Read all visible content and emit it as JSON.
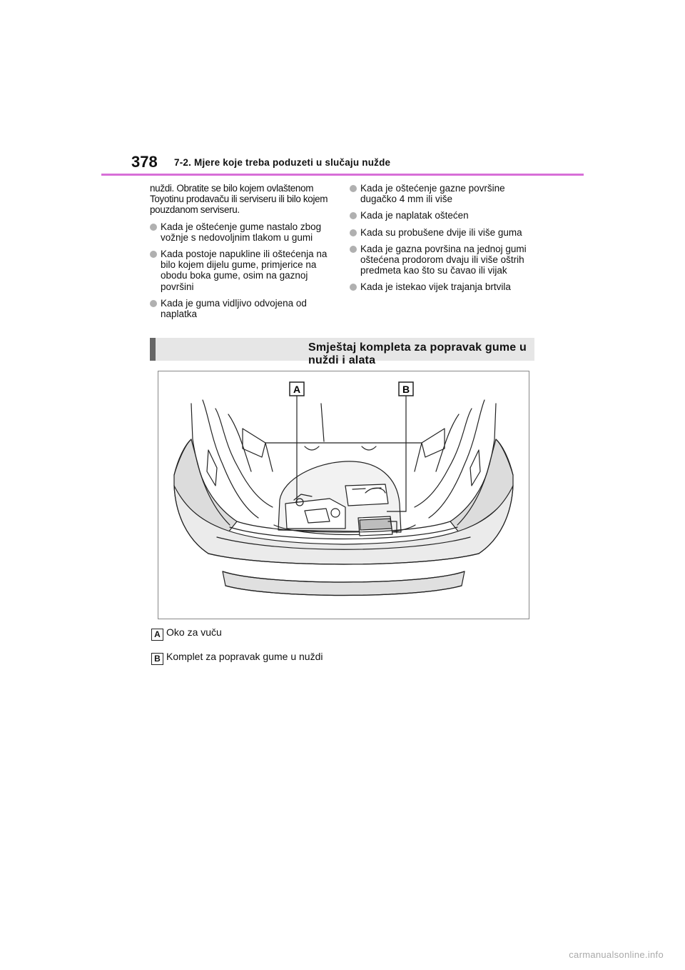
{
  "header": {
    "page_number": "378",
    "section": "7-2. Mjere koje treba poduzeti u slučaju nužde"
  },
  "left_column": {
    "intro": "nuždi. Obratite se bilo kojem ovlaštenom Toyotinu prodavaču ili serviseru ili bilo kojem pouzdanom serviseru.",
    "bullets": [
      "Kada je oštećenje gume nastalo zbog vožnje s nedovoljnim tlakom u gumi",
      "Kada postoje napukline ili oštećenja na bilo kojem dijelu gume, primjerice na obodu boka gume, osim na gaznoj površini",
      "Kada je guma vidljivo odvojena od naplatka"
    ]
  },
  "right_column": {
    "bullets": [
      "Kada je oštećenje gazne površine dugačko 4 mm ili više",
      "Kada je naplatak oštećen",
      "Kada su probušene dvije ili više guma",
      "Kada je gazna površina na jednoj gumi oštećena prodorom dvaju ili više oštrih predmeta kao što su čavao ili vijak",
      "Kada je istekao vijek trajanja brtvila"
    ]
  },
  "section": {
    "title": "Smještaj kompleta za popravak gume u nuždi i alata"
  },
  "figure": {
    "callouts": [
      "A",
      "B"
    ]
  },
  "legend": [
    {
      "letter": "A",
      "text": "Oko za vuču"
    },
    {
      "letter": "B",
      "text": "Komplet za popravak gume u nuždi"
    }
  ],
  "footer": "carmanualsonline.info",
  "colors": {
    "header_rule": "#d86fd8",
    "bullet": "#b0b0b0",
    "section_bar": "#e6e6e6",
    "section_accent": "#666666"
  }
}
